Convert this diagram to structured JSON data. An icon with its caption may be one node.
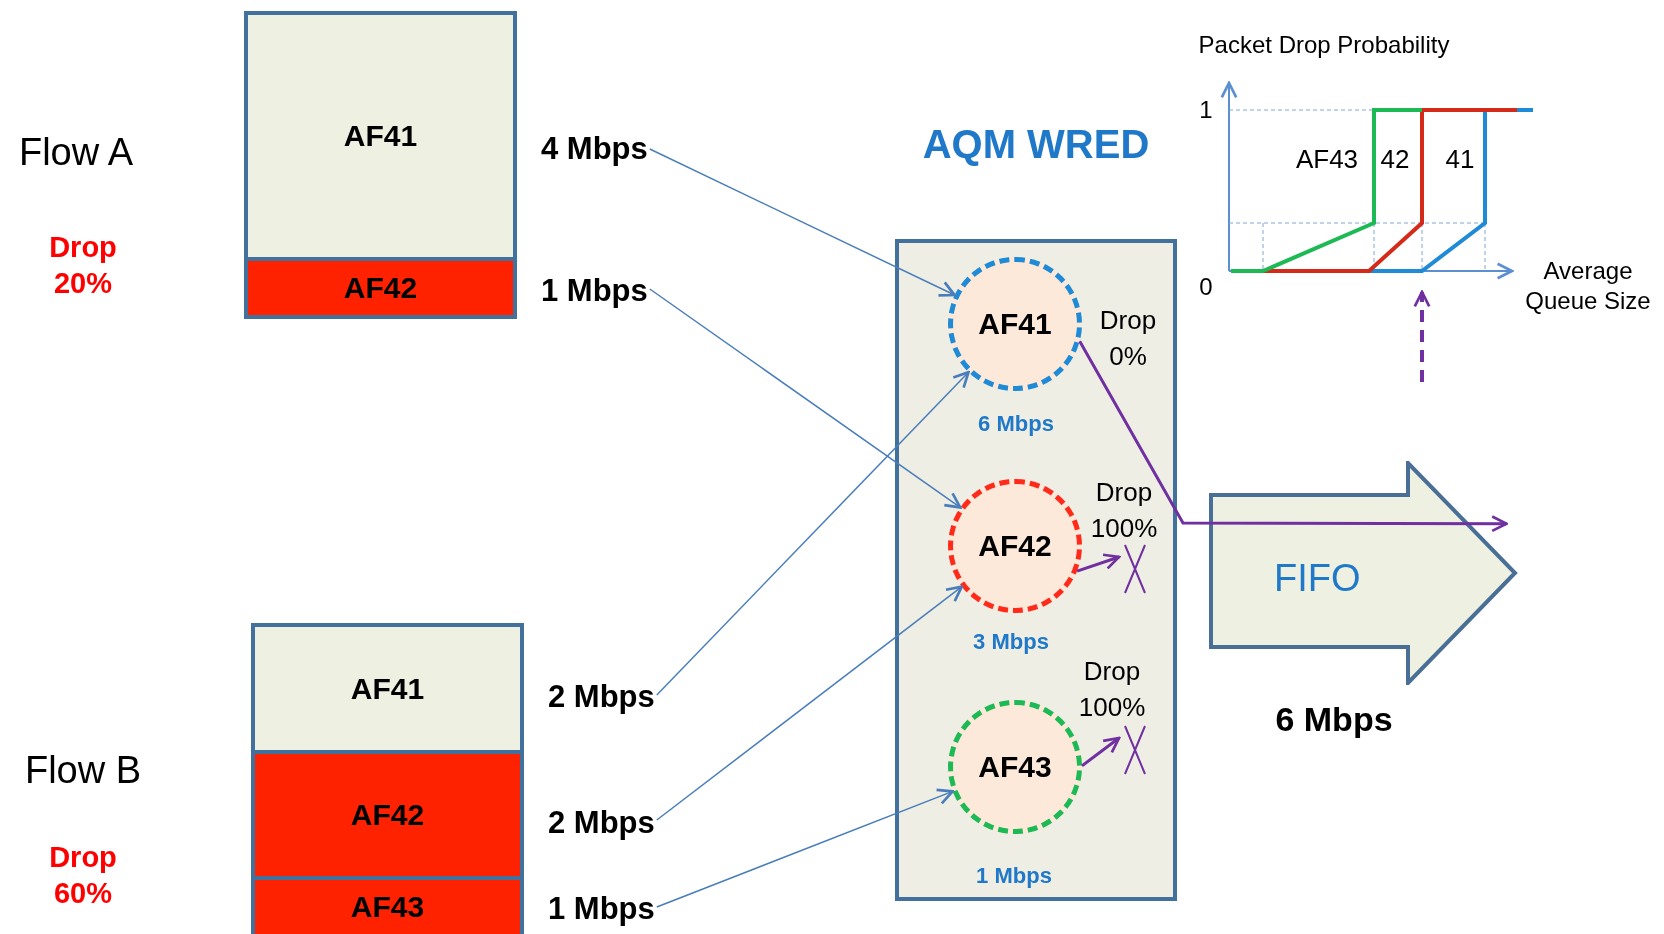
{
  "diagram": {
    "nodes": [
      {
        "text": [
          "AF41"
        ]
      },
      {
        "text": [
          "AF42"
        ]
      },
      {
        "text": [
          "4 Mbps"
        ]
      },
      {
        "text": [
          "1 Mbps"
        ]
      },
      {
        "text": [
          "AQM WRED"
        ]
      },
      {
        "text": [
          "AF41"
        ],
        "in": 4,
        "beside": [
          "Drop 0%",
          "6 Mbps"
        ]
      },
      {
        "text": [
          "AF42"
        ],
        "in": 4,
        "beside": [
          "Drop 100%",
          "3 Mbps"
        ]
      },
      {
        "text": [
          "AF43"
        ],
        "in": 4,
        "beside": [
          "Drop 100%",
          "1 Mbps"
        ]
      },
      {
        "text": [
          "FIFO"
        ],
        "beside": [
          "6 Mbps"
        ]
      },
      {
        "text": [
          "AF41"
        ]
      },
      {
        "text": [
          "AF42"
        ]
      },
      {
        "text": [
          "AF43"
        ]
      },
      {
        "text": [
          "2 Mbps"
        ]
      },
      {
        "text": [
          "2 Mbps"
        ]
      },
      {
        "text": [
          "1 Mbps"
        ]
      },
      {
        "text": [],
        "shape": "cross",
        "in": 4
      },
      {
        "text": [],
        "shape": "cross",
        "in": 4
      }
    ],
    "edges": [
      {
        "from": 2,
        "to": 5,
        "arrow": "to"
      },
      {
        "from": 3,
        "to": 6,
        "arrow": "to"
      },
      {
        "from": 12,
        "to": 5,
        "arrow": "to"
      },
      {
        "from": 13,
        "to": 6,
        "arrow": "to"
      },
      {
        "from": 14,
        "to": 7,
        "arrow": "to"
      },
      {
        "from": 5,
        "to": 8,
        "arrow": "to",
        "color": "#7030a0"
      },
      {
        "from": 6,
        "to": 15,
        "arrow": "to",
        "color": "#7030a0"
      },
      {
        "from": 7,
        "to": 16,
        "arrow": "to",
        "color": "#7030a0"
      }
    ],
    "labels": [
      "Packet Drop Probability",
      "1",
      "AF43",
      "42",
      "41",
      "0",
      "Average Queue Size",
      "Flow A",
      "Drop 20%",
      "Flow B",
      "Drop 60%"
    ]
  }
}
